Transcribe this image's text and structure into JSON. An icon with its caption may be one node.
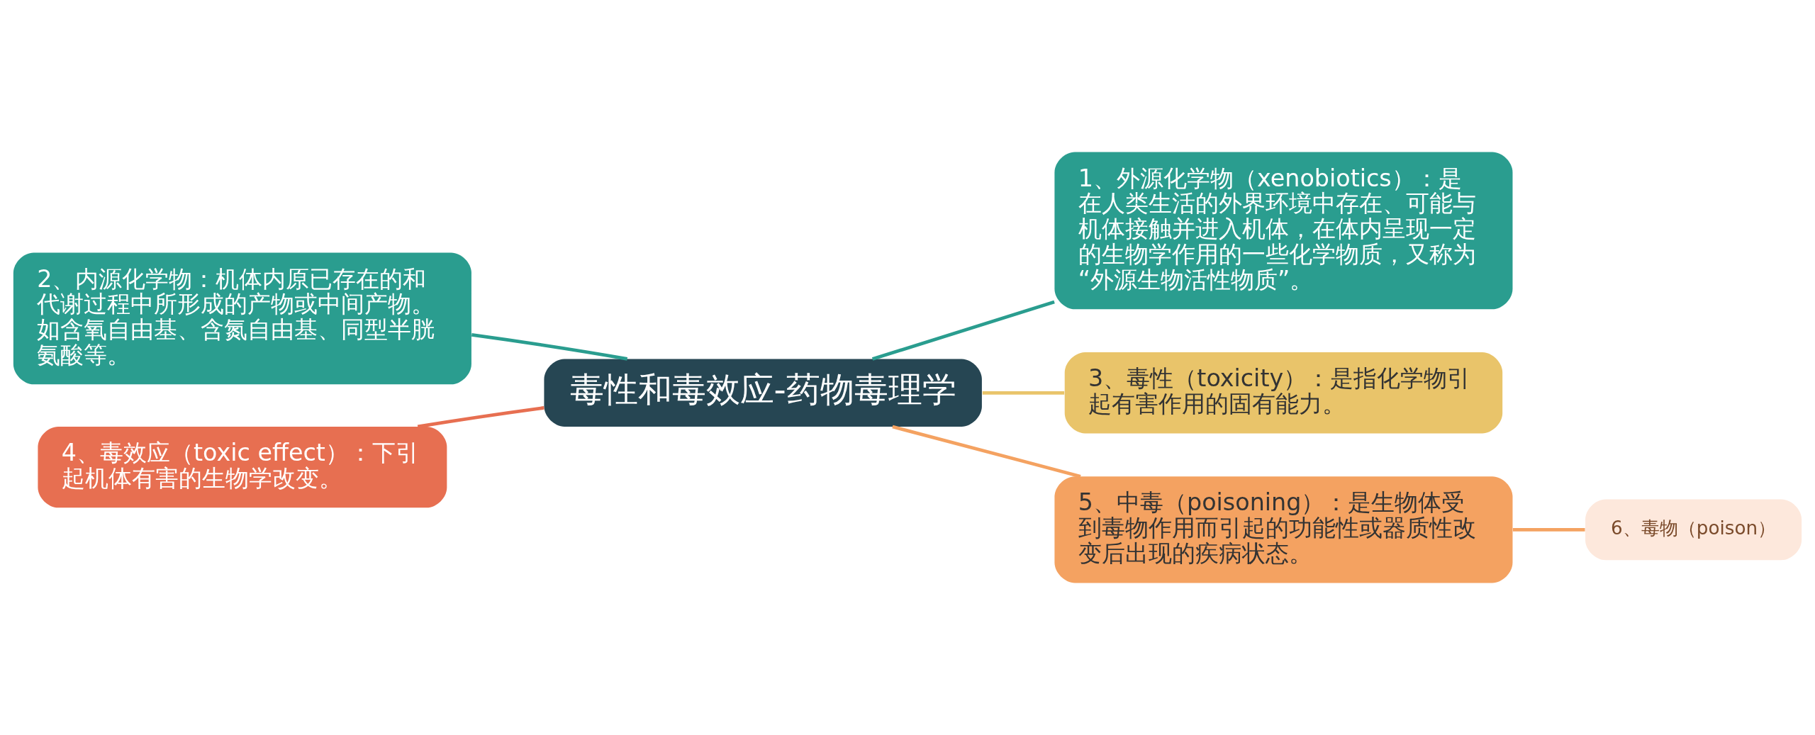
{
  "diagram": {
    "nodes": [
      {
        "text": [
          "毒性和毒效应-药物毒理学"
        ]
      },
      {
        "text": [
          "1、外源化学物（xenobiotics）：是在人类生活的外界环境中存在、可能与机体接触并进入机体，在体内呈现一定的生物学作用的一些化学物质，又称为“外源生物活性物质”。"
        ]
      },
      {
        "text": [
          "2、内源化学物：机体内原已存在的和代谢过程中所形成的产物或中间产物。如含氧自由基、含氮自由基、同型半胱氨酸等。"
        ]
      },
      {
        "text": [
          "3、毒性（toxicity）：是指化学物引起有害作用的固有能力。"
        ]
      },
      {
        "text": [
          "4、毒效应（toxic effect）：下引起机体有害的生物学改变。"
        ]
      },
      {
        "text": [
          "5、中毒（poisoning）：是生物体受到毒物作用而引起的功能性或器质性改变后出现的疾病状态。"
        ]
      },
      {
        "text": [
          "6、毒物（poison）"
        ]
      }
    ],
    "edges": [
      {
        "from": 0,
        "to": 1,
        "arrow": "none",
        "color": "#2a9d8f"
      },
      {
        "from": 0,
        "to": 2,
        "arrow": "none",
        "color": "#2a9d8f"
      },
      {
        "from": 0,
        "to": 3,
        "arrow": "none",
        "color": "#e9c46a"
      },
      {
        "from": 0,
        "to": 4,
        "arrow": "none",
        "color": "#e76f51"
      },
      {
        "from": 0,
        "to": 5,
        "arrow": "none",
        "color": "#f4a261"
      },
      {
        "from": 5,
        "to": 6,
        "arrow": "none",
        "color": "#f4a261"
      }
    ]
  }
}
